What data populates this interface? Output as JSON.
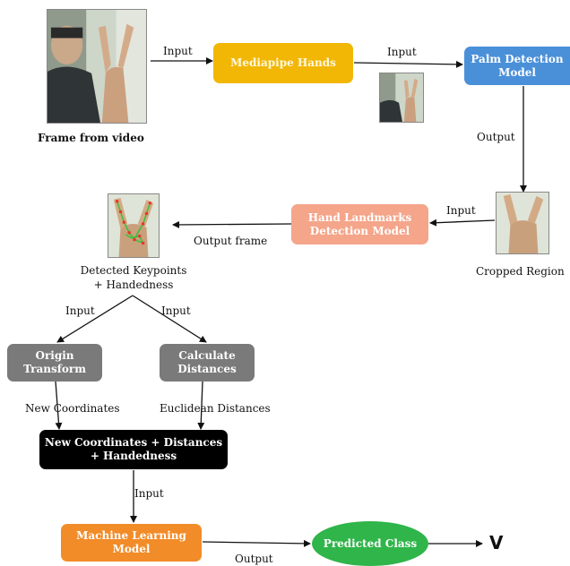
{
  "nodes": {
    "frame_caption": "Frame from video",
    "mediapipe": "Mediapipe Hands",
    "palm_detection": "Palm Detection Model",
    "cropped_caption": "Cropped Region",
    "hand_landmarks": "Hand Landmarks Detection Model",
    "keypoints_caption": "Detected Keypoints + Handedness",
    "origin_transform": "Origin Transform",
    "calc_distances": "Calculate Distances",
    "combined": "New Coordinates + Distances + Handedness",
    "ml_model": "Machine Learning Model",
    "predicted_class": "Predicted Class",
    "final_output": "V"
  },
  "edges": {
    "frame_to_mediapipe": "Input",
    "mediapipe_to_palm": "Input",
    "palm_to_cropped": "Output",
    "cropped_to_landmarks": "Input",
    "landmarks_to_keypoints": "Output frame",
    "keypoints_to_origin": "Input",
    "keypoints_to_distances": "Input",
    "origin_to_combined": "New Coordinates",
    "distances_to_combined": "Euclidean Distances",
    "combined_to_ml": "Input",
    "ml_to_predicted": "Output"
  },
  "colors": {
    "mediapipe": "#f2b705",
    "palm_detection": "#4a90d9",
    "hand_landmarks": "#f4a58a",
    "origin_transform": "#7a7a7a",
    "calc_distances": "#7a7a7a",
    "combined": "#000000",
    "ml_model": "#f28c28",
    "predicted_class": "#2fb54a"
  }
}
